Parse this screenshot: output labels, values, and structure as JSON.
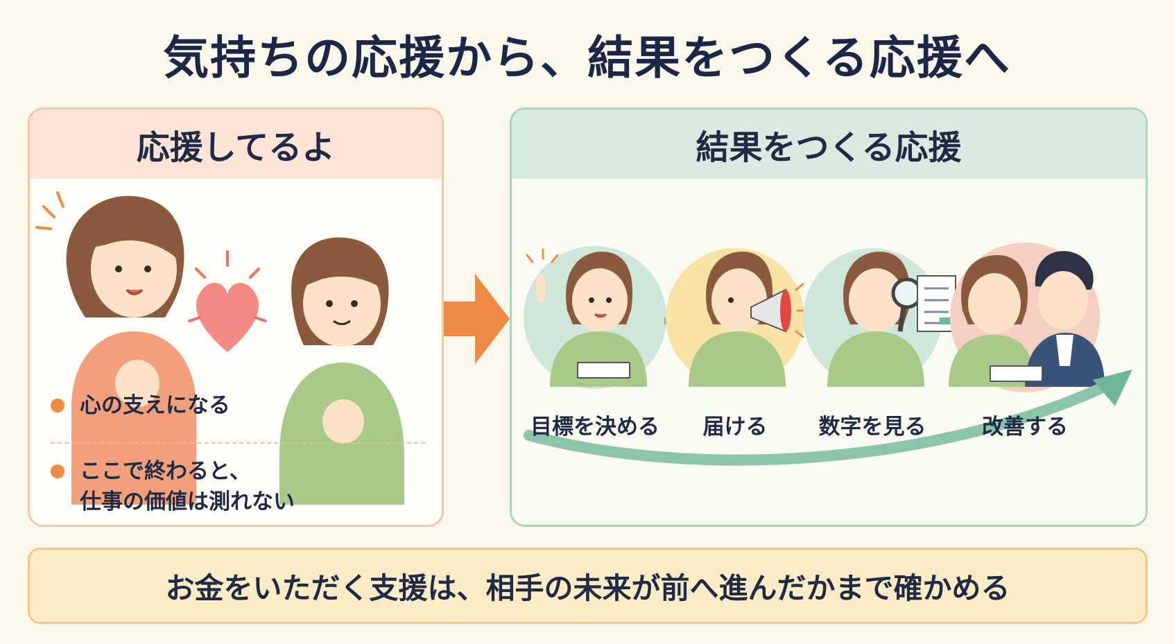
{
  "title": "気持ちの応援から、結果をつくる応援へ",
  "left_panel": {
    "heading": "応援してるよ",
    "bullets": [
      {
        "line1": "心の支えになる",
        "line2": ""
      },
      {
        "line1": "ここで終わると、",
        "line2": "仕事の価値は測れない"
      }
    ]
  },
  "right_panel": {
    "heading": "結果をつくる応援",
    "steps": [
      {
        "label": "目標を決める"
      },
      {
        "label": "届ける"
      },
      {
        "label": "数字を見る"
      },
      {
        "label": "改善する"
      }
    ]
  },
  "bottom_message": "お金をいただく支援は、相手の未来が前へ進んだかまで確かめる",
  "colors": {
    "accent_orange": "#ef8a45",
    "accent_green": "#6fb79a",
    "left_header_bg": "#fde4d4",
    "right_header_bg": "#d6ece1",
    "bottom_bg": "#fdecc5",
    "title_navy": "#1c2748"
  }
}
